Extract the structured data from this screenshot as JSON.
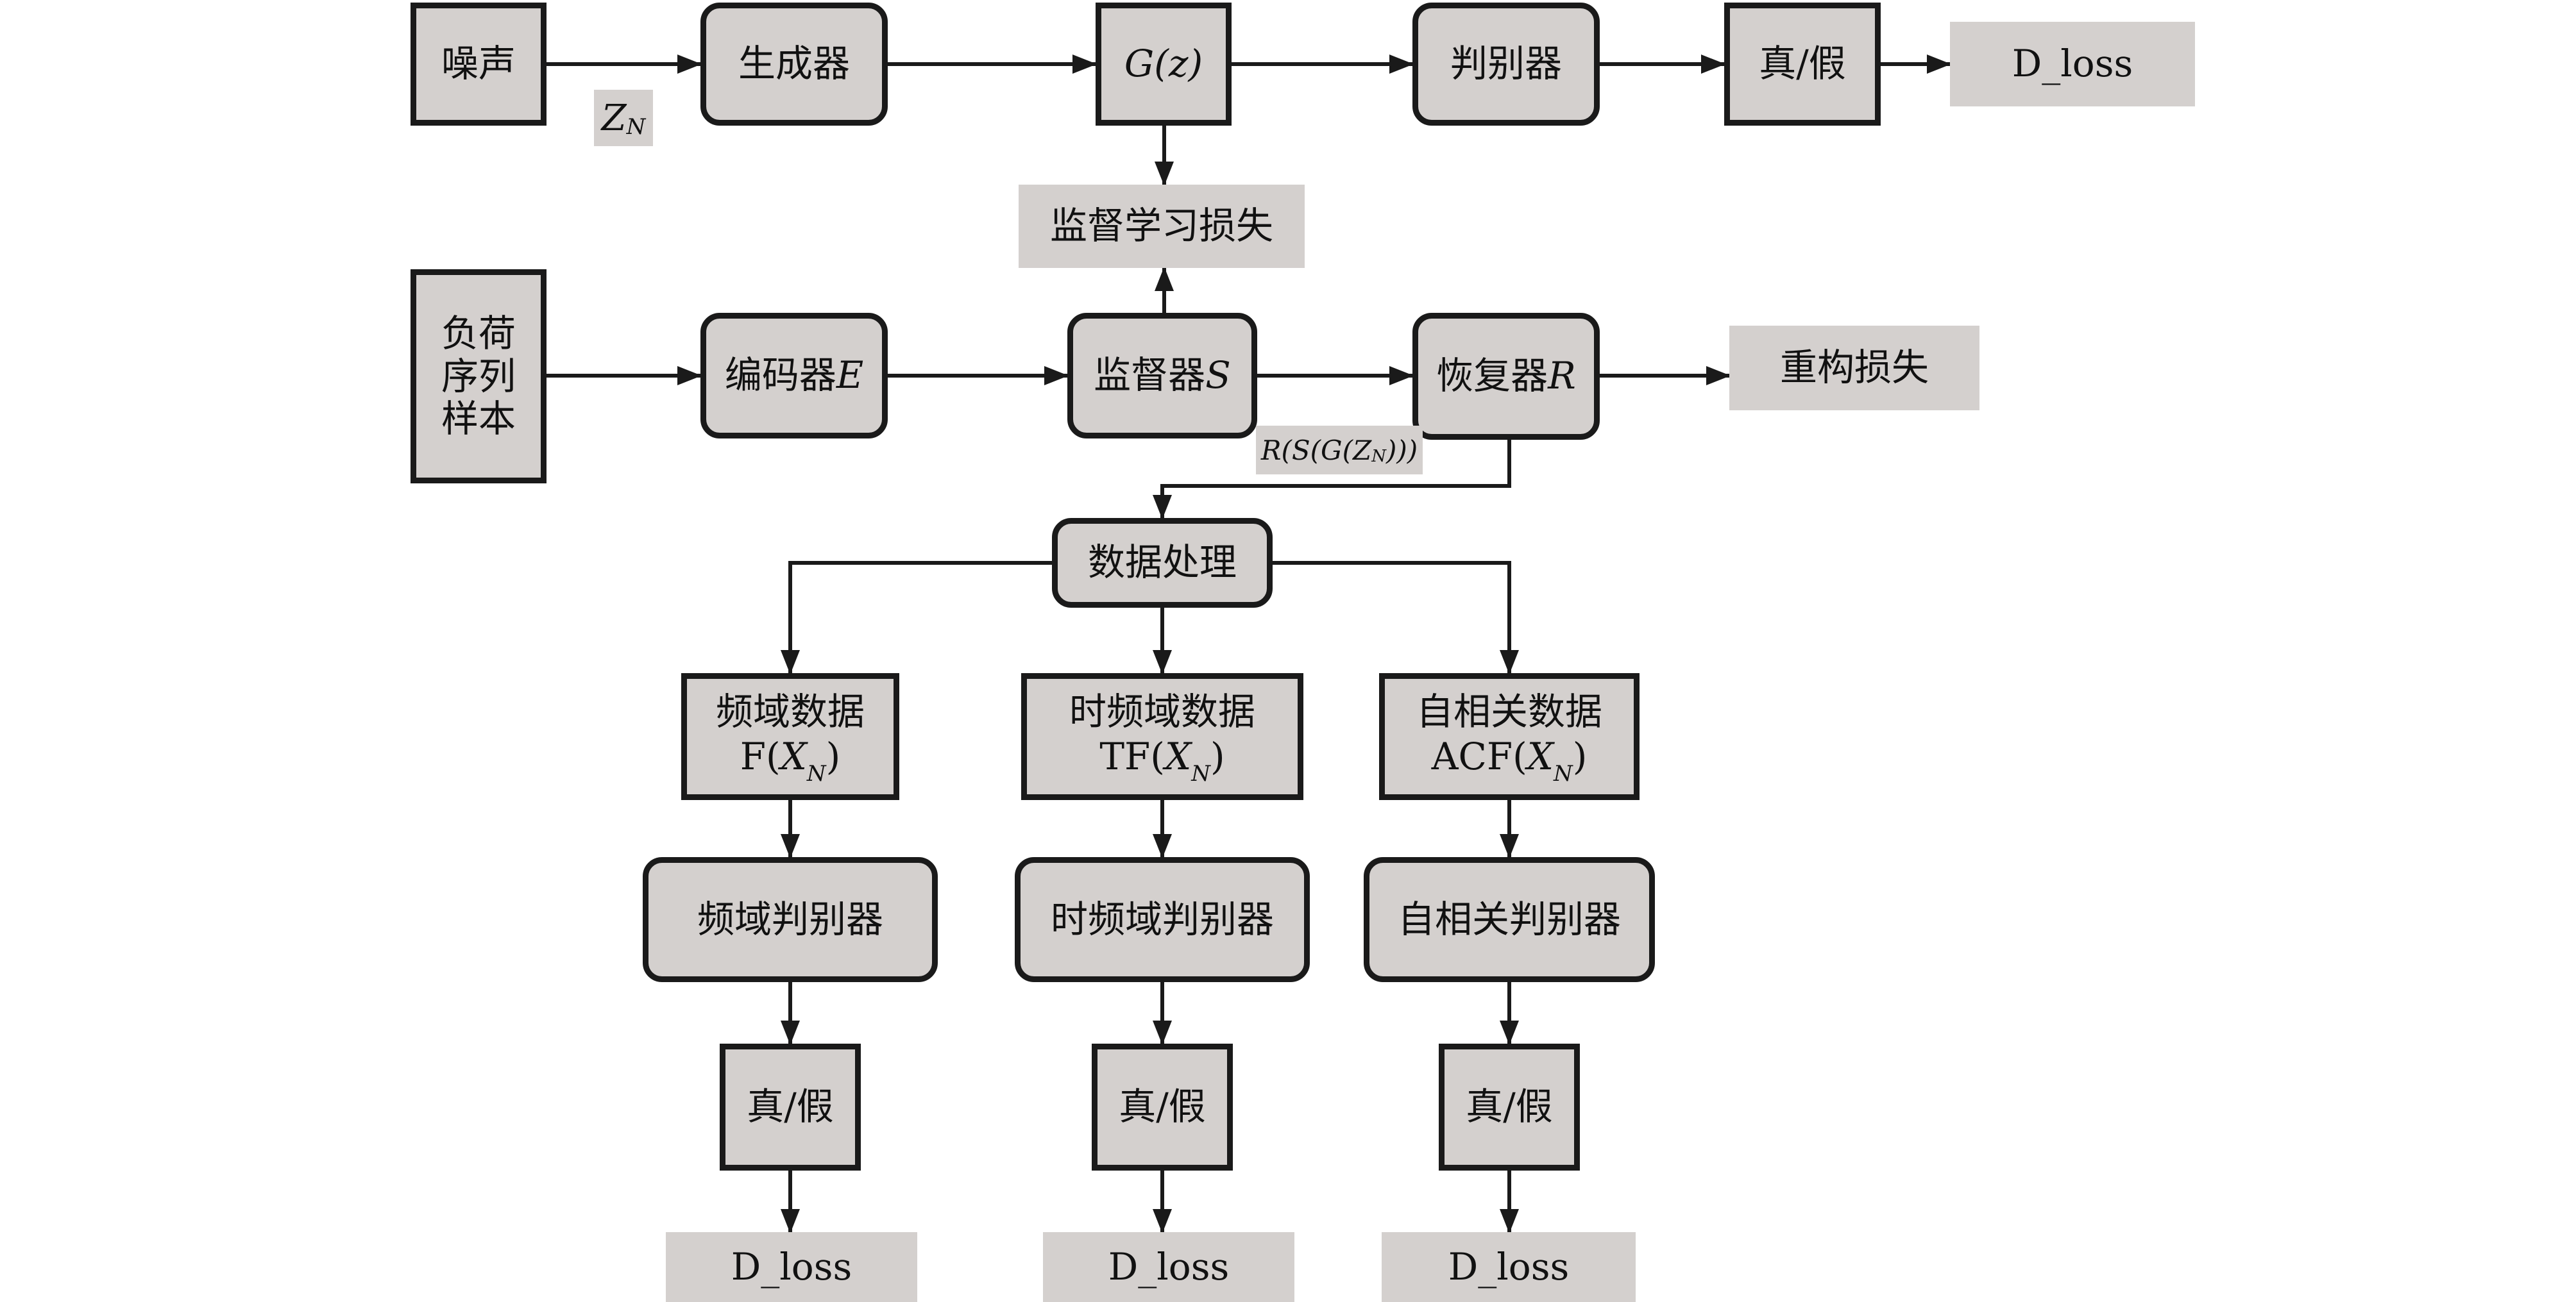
{
  "nodes": {
    "noise": "噪声",
    "generator": "生成器",
    "gz": "G(z)",
    "discriminator": "判别器",
    "real_fake_top": "真/假",
    "dloss_top": "D_loss",
    "supervised_loss": "监督学习损失",
    "load_sample": [
      "负荷",
      "序列",
      "样本"
    ],
    "encoder": "编码器E",
    "supervisor": "监督器S",
    "recovery": "恢复器R",
    "reconstruction_loss": "重构损失",
    "data_processing": "数据处理",
    "freq_data": [
      "频域数据",
      "F(X_N)"
    ],
    "tf_data": [
      "时频域数据",
      "TF(X_N)"
    ],
    "acf_data": [
      "自相关数据",
      "ACF(X_N)"
    ],
    "freq_disc": "频域判别器",
    "tf_disc": "时频域判别器",
    "acf_disc": "自相关判别器",
    "real_fake_freq": "真/假",
    "real_fake_tf": "真/假",
    "real_fake_acf": "真/假",
    "dloss_freq": "D_loss",
    "dloss_tf": "D_loss",
    "dloss_acf": "D_loss"
  },
  "labels": {
    "zn": "Z_N",
    "rsg": "R(S(G(Z_N)))"
  }
}
